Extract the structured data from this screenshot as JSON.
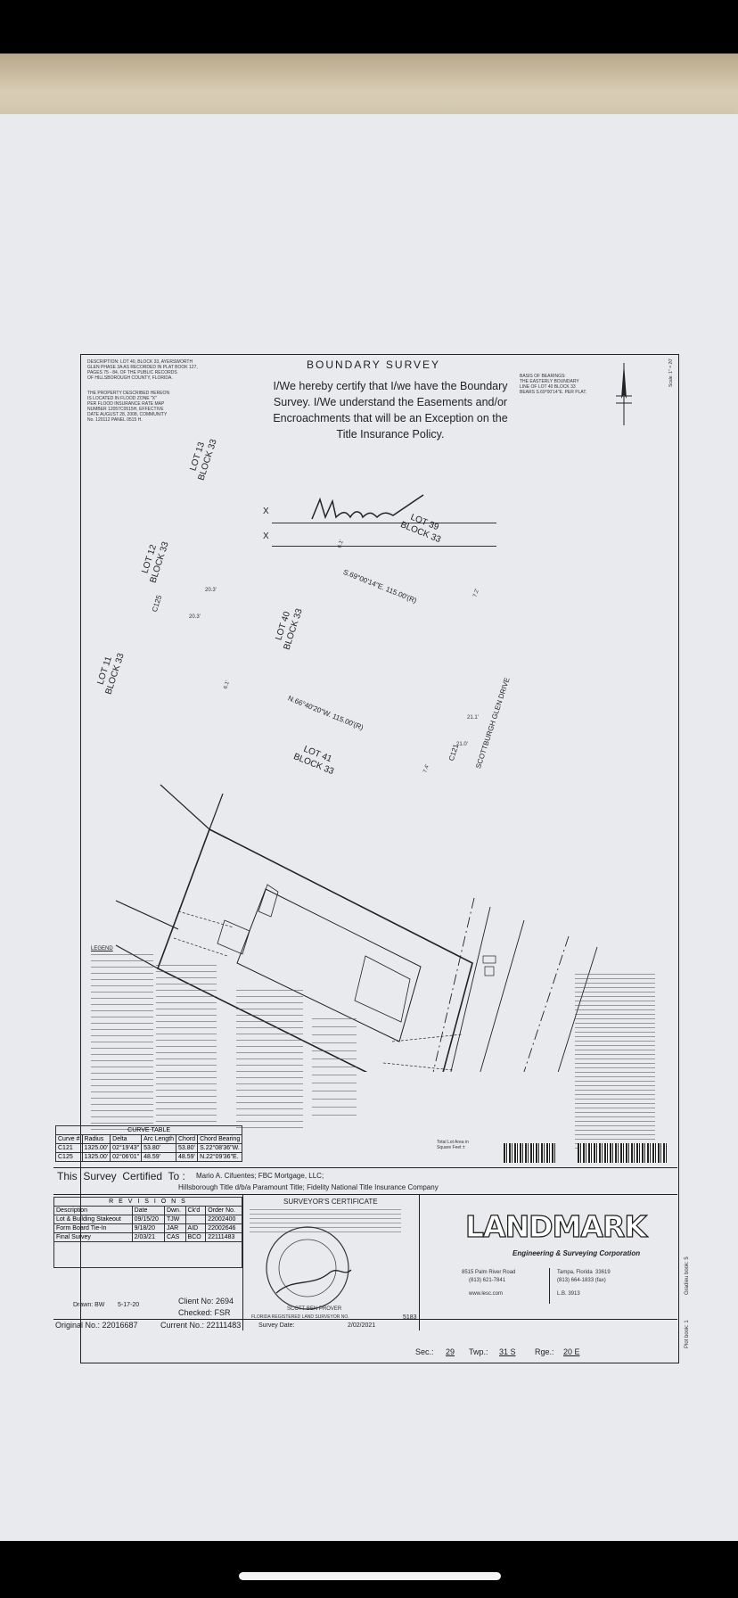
{
  "header": {
    "description": "DESCRIPTION: LOT 40, BLOCK 33, AYERSWORTH\nGLEN PHASE 3A AS RECORDED IN PLAT BOOK 127,\nPAGES 75 - 84, OF THE PUBLIC RECORDS\nOF HILLSBOROUGH COUNTY, FLORIDA.",
    "flood_note": "THE PROPERTY DESCRIBED HEREON\nIS LOCATED IN FLOOD ZONE \"X\"\nPER FLOOD INSURANCE RATE MAP\nNUMBER 12057C0515H, EFFECTIVE\nDATE AUGUST 28, 2008, COMMUNITY\nNo. 120112 PANEL 0515 H.",
    "title": "BOUNDARY SURVEY",
    "certification": "I/We hereby certify that I/we have the Boundary Survey.  I/We understand the Easements and/or Encroachments that will be an Exception on the Title Insurance Policy.",
    "basis_of_bearings": "BASIS OF BEARINGS:\nTHE EASTERLY BOUNDARY\nLINE OF LOT 40 BLOCK 33\nBEARS S.69°00'14\"E. PER PLAT.",
    "scale": "Scale: 1\" = 20'",
    "sig_x1": "X",
    "sig_x2": "X"
  },
  "plot": {
    "lot13": "LOT 13\nBLOCK 33",
    "lot12": "LOT 12\nBLOCK 33",
    "lot11": "LOT 11\nBLOCK 33",
    "lot39": "LOT 39\nBLOCK 33",
    "lot40": "LOT 40\nBLOCK 33",
    "lot41": "LOT 41\nBLOCK 33",
    "bearing_n": "S.69°00'14\"E. 115.00'(R)",
    "bearing_s": "N.66°40'20\"W. 115.00'(R)",
    "c125": "C125",
    "c121": "C121",
    "street": "SCOTTBURGH GLEN DRIVE",
    "d1": "20.3'",
    "d2": "20.3'",
    "d3": "21.1'",
    "d4": "21.0'",
    "d5": "7.4'",
    "d6": "6.1'",
    "d7": "7.2'",
    "d8": "6.1'"
  },
  "legend_title": "LEGEND",
  "curve_table": {
    "title": "CURVE TABLE",
    "headers": [
      "Curve #",
      "Radius",
      "Delta",
      "Arc Length",
      "Chord",
      "Chord Bearing"
    ],
    "rows": [
      [
        "C121",
        "1325.00'",
        "02°19'43\"",
        "53.80'",
        "53.80'",
        "S.22°08'36\"W."
      ],
      [
        "C125",
        "1325.00'",
        "02°06'01\"",
        "48.59'",
        "48.59'",
        "N.22°09'36\"E."
      ]
    ]
  },
  "certified_to": {
    "label": "This  Survey  Certified  To :",
    "line1": "Mario A. Cifuentes; FBC Mortgage, LLC;",
    "line2": "Hillsborough Title d/b/a Paramount Title; Fidelity National Title Insurance Company"
  },
  "revisions": {
    "title": "R E V I S I O N S",
    "headers": [
      "Description",
      "Date",
      "Dwn.",
      "Ck'd",
      "Order No."
    ],
    "rows": [
      [
        "Lot & Building Stakeout",
        "09/15/20",
        "TJW",
        "",
        "22002400"
      ],
      [
        "Form Board Tie-In",
        "9/18/20",
        "JAR",
        "AID",
        "22002646"
      ],
      [
        "Final Survey",
        "2/03/21",
        "CAS",
        "BCO",
        "22111483"
      ]
    ]
  },
  "drawn_by": "Drawn: BW",
  "drawn_date": "5-17-20",
  "client_no": "Client No: 2694",
  "checked": "Checked: FSR",
  "original_no": "Original No.: 22016687",
  "current_no": "Current No.: 22111483",
  "surveyor_cert": "SURVEYOR'S CERTIFICATE",
  "surveyor_name": "SCOTT BEN PROVER",
  "survey_date_label": "Survey Date:",
  "survey_date": "2/02/2021",
  "ls_number": "5183",
  "registration": "FLORIDA REGISTERED LAND SURVEYOR NO.",
  "total_lot_area": "Total Lot Area in Square Feet ±",
  "company": {
    "logo": "LANDMARK",
    "tagline": "Engineering & Surveying Corporation",
    "addr1": "8515 Palm River Road",
    "phone1": "(813) 621-7841",
    "web": "www.lesc.com",
    "addr2": "Tampa, Florida  33619",
    "phone2": "(813) 664-1833 (fax)",
    "lb": "L.B. 3913"
  },
  "section": {
    "sec_label": "Sec.:",
    "sec": "29",
    "twp_label": "Twp.:",
    "twp": "31 S",
    "rge_label": "Rge.:",
    "rge": "20 E"
  },
  "side_labels": {
    "plot_book": "Plot book: 1",
    "field_book": "Gradieu book: 5"
  },
  "colors": {
    "ink": "#222222",
    "paper": "#e8eaee",
    "background": "#000000"
  }
}
